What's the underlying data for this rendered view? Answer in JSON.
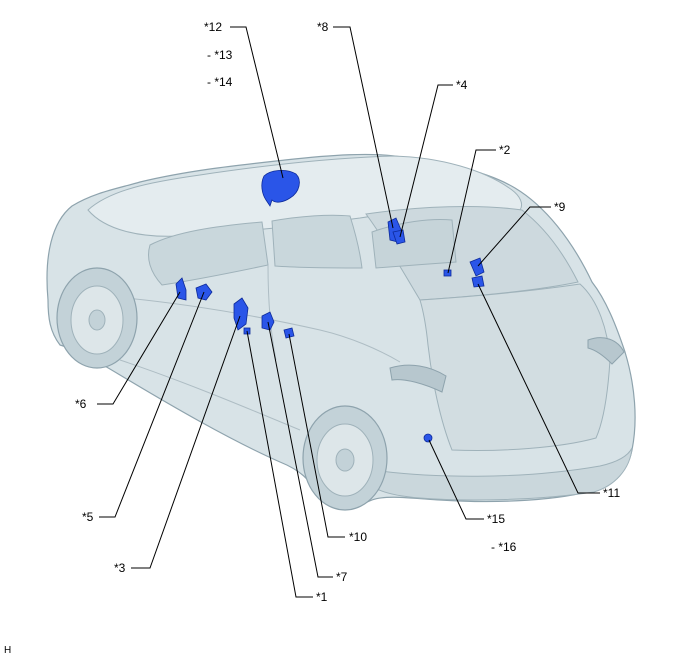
{
  "diagram": {
    "colors": {
      "body_fill": "#d8e3e7",
      "body_shade": "#c3d2d8",
      "body_outline": "#8ea3ad",
      "glass": "#c9d7dc",
      "component": "#2a55e8",
      "leader_line": "#000000"
    },
    "labels": {
      "l1": "*1",
      "l2": "*2",
      "l3": "*3",
      "l4": "*4",
      "l5": "*5",
      "l6": "*6",
      "l7": "*7",
      "l8": "*8",
      "l9": "*9",
      "l10": "*10",
      "l11": "*11",
      "l12": "*12",
      "l13": "- *13",
      "l14": "- *14",
      "l15": "*15",
      "l16": "- *16"
    },
    "corner_code": "H"
  }
}
